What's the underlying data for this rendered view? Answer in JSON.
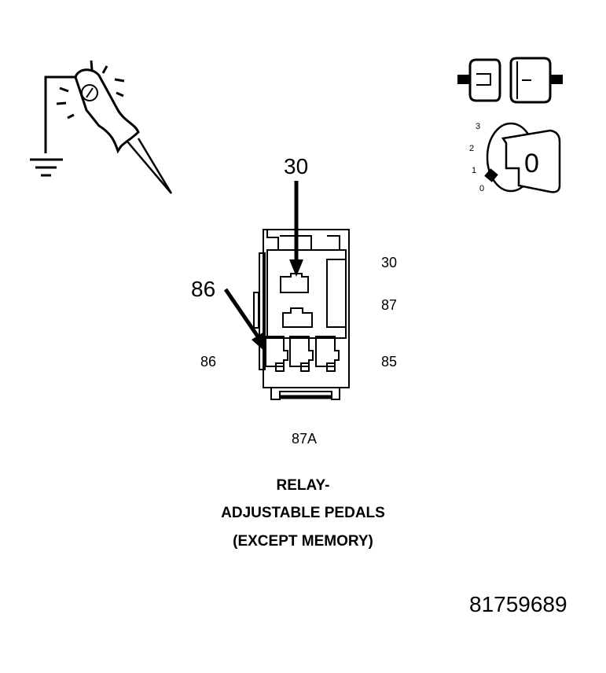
{
  "title": {
    "line1": "RELAY-",
    "line2": "ADJUSTABLE PEDALS",
    "line3": "(EXCEPT MEMORY)"
  },
  "arrow_labels": {
    "top": "30",
    "left": "86"
  },
  "pin_labels": {
    "p30": "30",
    "p87": "87",
    "p86": "86",
    "p85": "85",
    "p87a": "87A"
  },
  "ignition": {
    "positions": [
      "3",
      "2",
      "1",
      "0"
    ],
    "key_position": "0"
  },
  "figure_id": "81759689",
  "icons": [
    "test-light-probe-icon",
    "ground-symbol-icon",
    "connector-disconnected-icon",
    "ignition-switch-icon"
  ]
}
